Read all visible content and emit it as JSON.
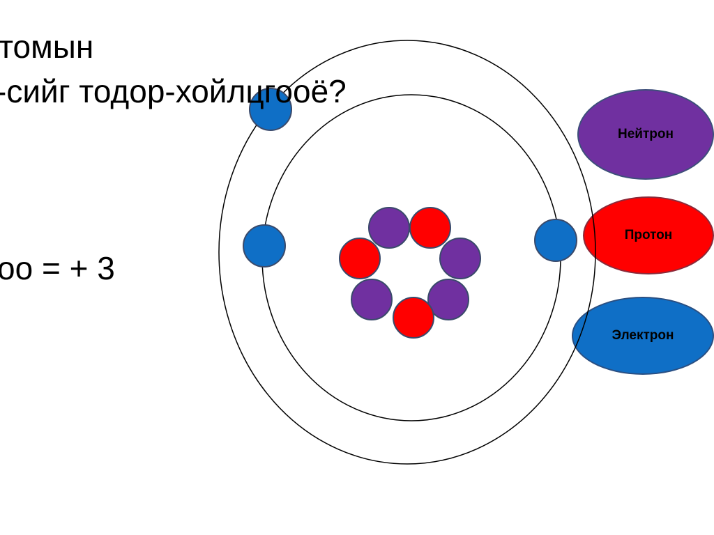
{
  "slide": {
    "title_line_1": "томын",
    "title_line_2": "-сийг тодор-хойлцгооё?",
    "body_text": "оо = + 3"
  },
  "legend": {
    "neutron": {
      "label": "Нейтрон",
      "color": "#7030a0"
    },
    "proton": {
      "label": "Протон",
      "color": "#ff0000"
    },
    "electron": {
      "label": "Электрон",
      "color": "#0f6fc6"
    }
  },
  "colors": {
    "orbit_stroke": "#000000",
    "particle_stroke": "#3a4a6b",
    "background": "#ffffff"
  }
}
